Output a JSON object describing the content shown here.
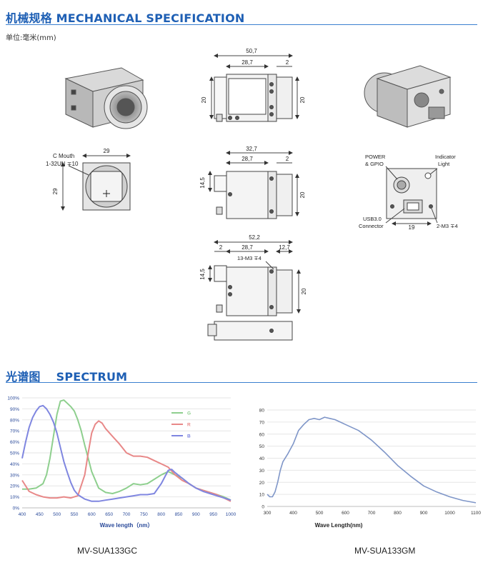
{
  "mechanical": {
    "title": "机械规格 MECHANICAL SPECIFICATION",
    "unit": "单位:毫米(mm)",
    "top_view": {
      "overall": "50,7",
      "body": "28,7",
      "offset": "2",
      "h_left": "20",
      "h_right": "20"
    },
    "front_view": {
      "mount_label": "C Mouth",
      "thread_label": "1-32UN ∓10",
      "width": "29",
      "height": "29"
    },
    "side_view": {
      "overall": "32,7",
      "body": "28,7",
      "offset": "2",
      "h_left": "14,5",
      "h_right": "20"
    },
    "bottom_view": {
      "overall": "52,2",
      "left": "2",
      "body": "28,7",
      "right": "12,7",
      "holes": "13-M3 ∓4",
      "h_left": "14,5",
      "h_right": "20"
    },
    "rear_view": {
      "power_label_1": "POWER",
      "power_label_2": "& GPIO",
      "indicator_1": "Indicator",
      "indicator_2": "Light",
      "usb_1": "USB3.0",
      "usb_2": "Connector",
      "spacing": "19",
      "screws": "2-M3 ∓4"
    }
  },
  "spectrum": {
    "title_cn": "光谱图",
    "title_en": "SPECTRUM"
  },
  "chart_data": [
    {
      "type": "line",
      "caption": "MV-SUA133GC",
      "xlabel": "Wave length（nm）",
      "xlim": [
        400,
        1000
      ],
      "ylim": [
        0,
        100
      ],
      "x_ticks": [
        400,
        450,
        500,
        550,
        600,
        650,
        700,
        750,
        800,
        850,
        900,
        950,
        1000
      ],
      "y_ticks": [
        "0%",
        "10%",
        "20%",
        "30%",
        "40%",
        "50%",
        "60%",
        "70%",
        "80%",
        "90%",
        "100%"
      ],
      "legend": "right",
      "series": [
        {
          "name": "G",
          "color": "#8ecf8e",
          "x": [
            400,
            420,
            440,
            460,
            470,
            480,
            490,
            500,
            510,
            520,
            530,
            540,
            550,
            560,
            570,
            580,
            590,
            600,
            620,
            640,
            660,
            680,
            700,
            720,
            740,
            760,
            780,
            800,
            820,
            840,
            860,
            880,
            900,
            920,
            940,
            960,
            980,
            1000
          ],
          "y": [
            17,
            17,
            18,
            22,
            30,
            45,
            65,
            85,
            97,
            98,
            95,
            92,
            88,
            80,
            70,
            57,
            45,
            33,
            18,
            14,
            13,
            15,
            18,
            22,
            21,
            22,
            26,
            30,
            33,
            30,
            27,
            22,
            18,
            16,
            14,
            12,
            10,
            7
          ]
        },
        {
          "name": "R",
          "color": "#e88888",
          "x": [
            400,
            420,
            440,
            460,
            480,
            500,
            520,
            540,
            560,
            580,
            590,
            600,
            610,
            620,
            630,
            640,
            660,
            680,
            700,
            720,
            740,
            760,
            780,
            800,
            820,
            840,
            860,
            880,
            900,
            920,
            940,
            960,
            980,
            1000
          ],
          "y": [
            25,
            15,
            12,
            10,
            9,
            9,
            10,
            9,
            11,
            30,
            50,
            68,
            76,
            79,
            77,
            72,
            65,
            58,
            50,
            47,
            47,
            46,
            43,
            40,
            37,
            30,
            25,
            22,
            18,
            16,
            14,
            12,
            9,
            6
          ]
        },
        {
          "name": "B",
          "color": "#7f86e0",
          "x": [
            400,
            410,
            420,
            430,
            440,
            450,
            460,
            470,
            480,
            490,
            500,
            510,
            520,
            530,
            540,
            550,
            560,
            570,
            580,
            600,
            620,
            640,
            660,
            680,
            700,
            720,
            740,
            760,
            780,
            800,
            820,
            830,
            840,
            860,
            880,
            900,
            920,
            940,
            960,
            980,
            1000
          ],
          "y": [
            45,
            60,
            73,
            82,
            88,
            92,
            93,
            90,
            85,
            78,
            68,
            55,
            42,
            32,
            23,
            16,
            12,
            10,
            8,
            6,
            6,
            7,
            8,
            9,
            10,
            11,
            12,
            12,
            13,
            22,
            34,
            35,
            32,
            27,
            22,
            18,
            15,
            13,
            11,
            9,
            7
          ]
        }
      ]
    },
    {
      "type": "line",
      "caption": "MV-SUA133GM",
      "xlabel": "Wave Length(nm)",
      "xlim": [
        300,
        1100
      ],
      "ylim": [
        0,
        80
      ],
      "x_ticks": [
        300,
        400,
        500,
        600,
        700,
        800,
        900,
        1000,
        1100
      ],
      "y_ticks": [
        0,
        10,
        20,
        30,
        40,
        50,
        60,
        70,
        80
      ],
      "series": [
        {
          "color": "#7f96c8",
          "x": [
            300,
            310,
            320,
            330,
            340,
            350,
            360,
            380,
            400,
            420,
            440,
            460,
            480,
            500,
            520,
            540,
            560,
            580,
            600,
            650,
            700,
            750,
            800,
            850,
            900,
            950,
            1000,
            1050,
            1100
          ],
          "y": [
            10,
            8,
            8,
            12,
            20,
            30,
            37,
            44,
            52,
            63,
            68,
            72,
            73,
            72,
            74,
            73,
            72,
            70,
            68,
            63,
            55,
            45,
            34,
            25,
            17,
            12,
            8,
            5,
            3
          ]
        }
      ]
    }
  ]
}
